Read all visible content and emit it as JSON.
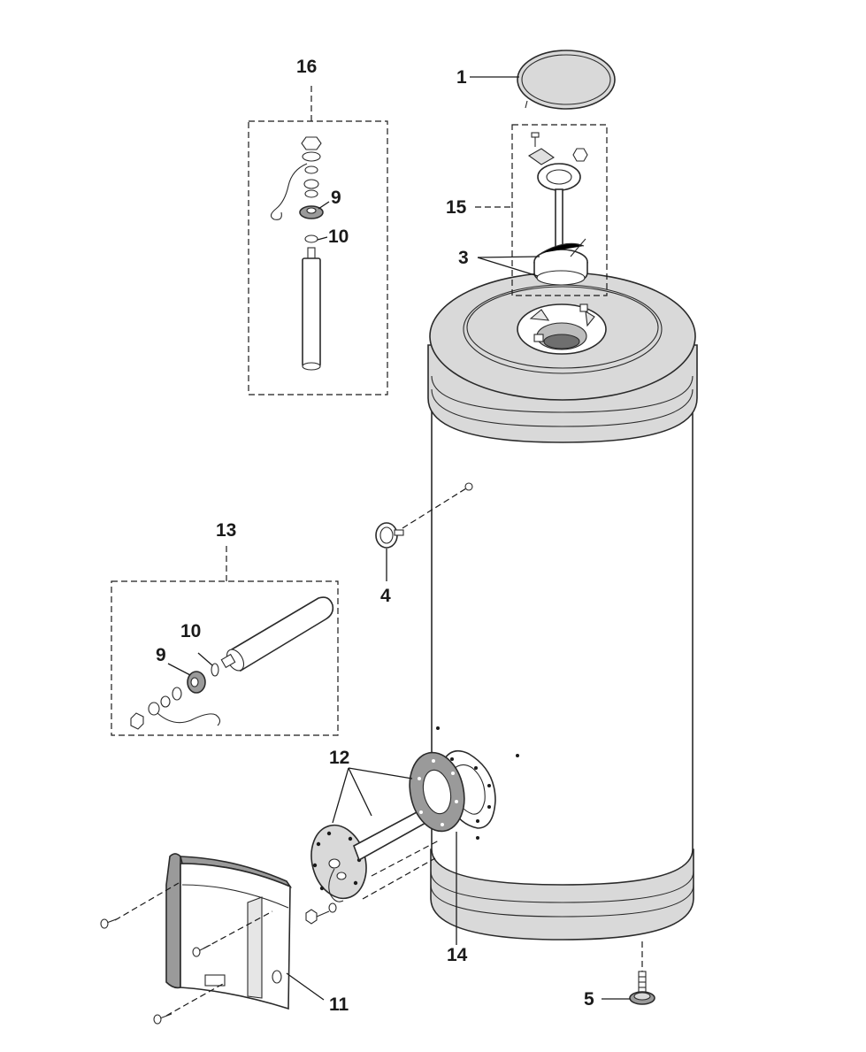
{
  "callouts": {
    "c1": "1",
    "c3": "3",
    "c4": "4",
    "c5": "5",
    "c9_top": "9",
    "c9_left": "9",
    "c10_top": "10",
    "c10_left": "10",
    "c11": "11",
    "c12": "12",
    "c13": "13",
    "c14": "14",
    "c15": "15",
    "c16": "16"
  },
  "colors": {
    "line": "#1a1a1a",
    "body_fill": "#ffffff",
    "shade": "#d9d9d9",
    "shade_dark": "#9a9a9a"
  }
}
